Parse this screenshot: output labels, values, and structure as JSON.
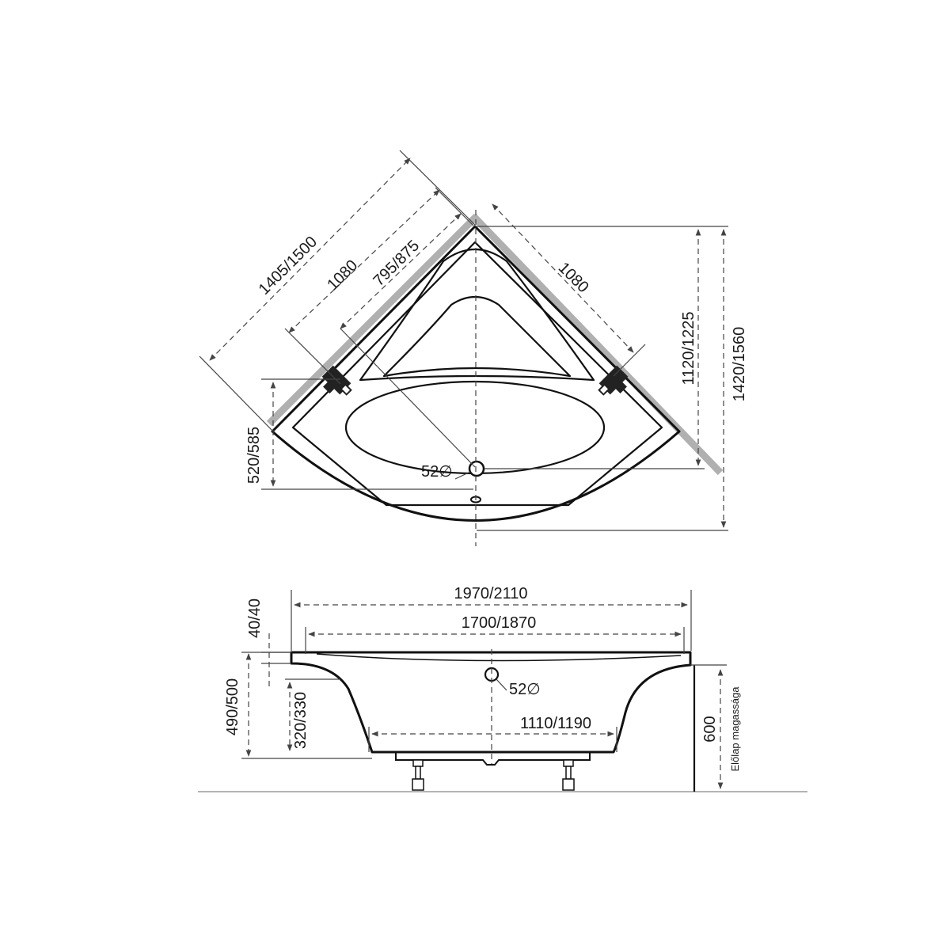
{
  "top_view": {
    "dim_diag_outer": "1405/1500",
    "dim_diag_left_side": "1080",
    "dim_diag_inner": "795/875",
    "dim_diag_right_side": "1080",
    "dim_height_drain": "1120/1225",
    "dim_height_total": "1420/1560",
    "dim_left_depth": "520/585",
    "drain_label": "52∅"
  },
  "side_view": {
    "dim_total_length": "1970/2110",
    "dim_inner_length": "1700/1870",
    "dim_rim": "40/40",
    "dim_height": "490/500",
    "dim_inner_depth": "320/330",
    "dim_bottom_length": "1110/1190",
    "drain_label": "52∅",
    "dim_panel": "600",
    "panel_label": "Előlap magassága"
  }
}
